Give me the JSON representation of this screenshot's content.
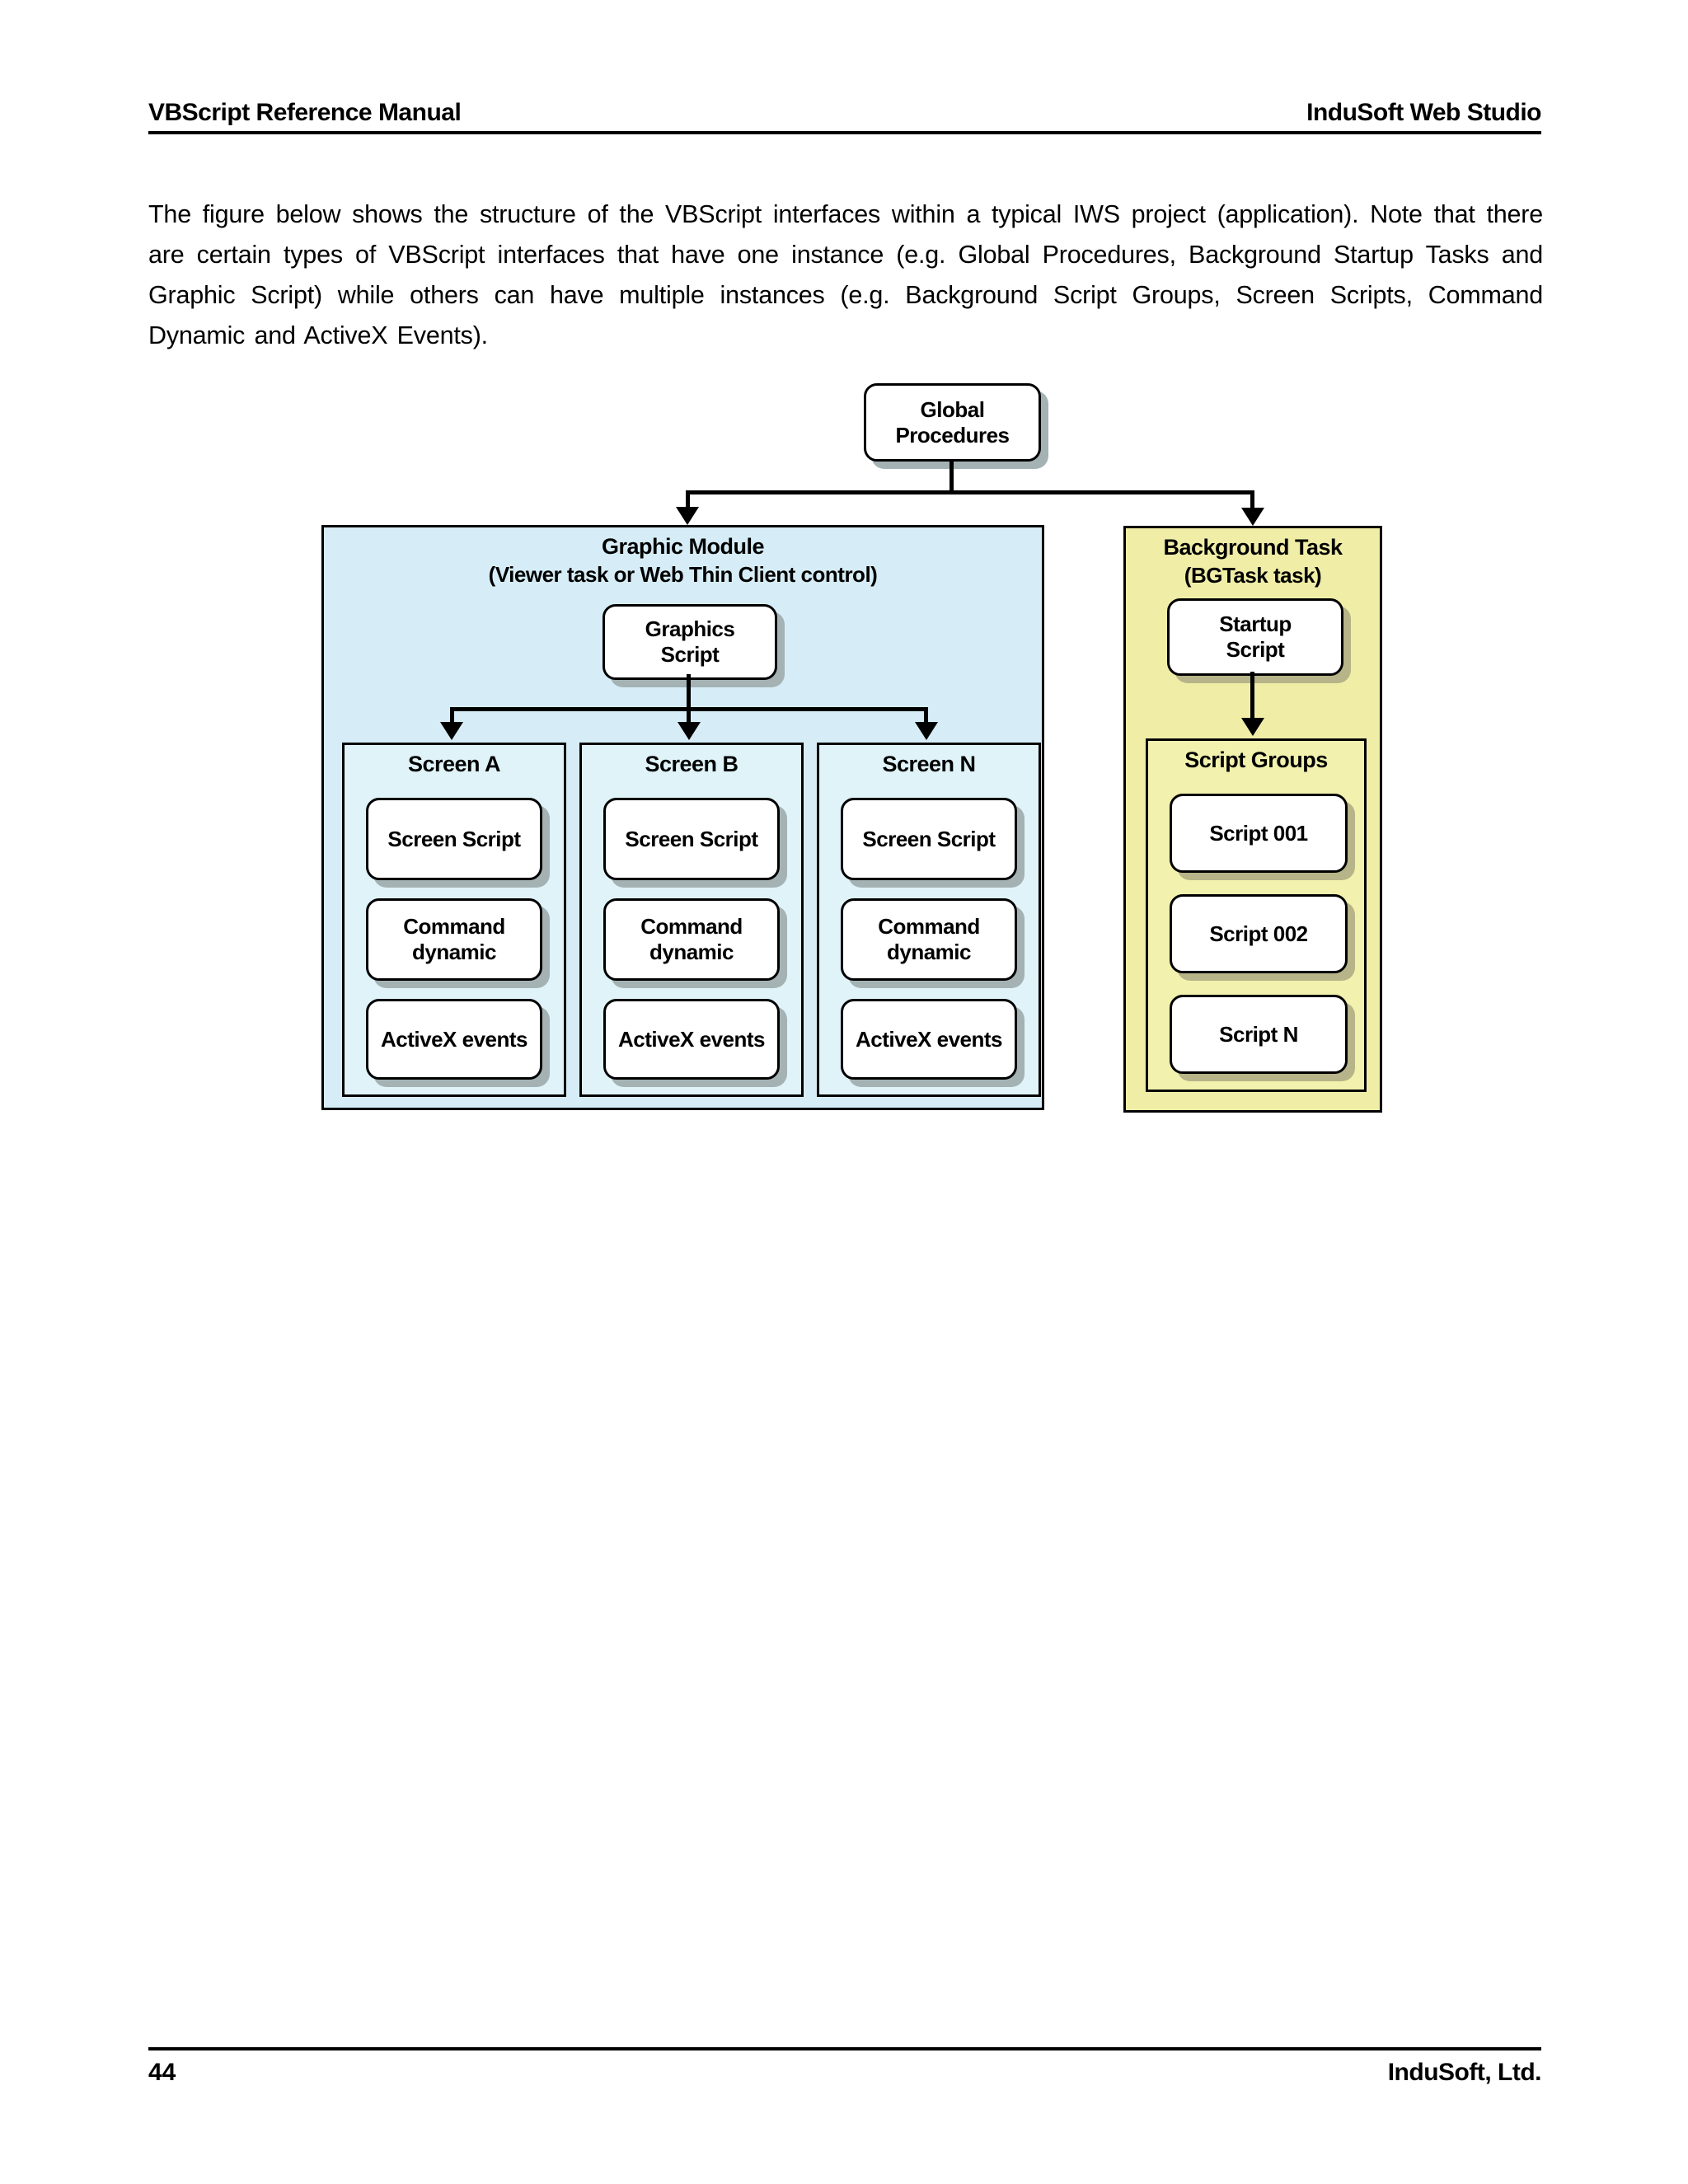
{
  "header": {
    "left_title": "VBScript Reference Manual",
    "right_title": "InduSoft Web Studio"
  },
  "intro_paragraph": "The figure below shows the structure of the VBScript interfaces within a typical IWS project (application). Note that there are certain types of VBScript interfaces that have one instance (e.g. Global Procedures, Background Startup Tasks and Graphic Script) while others can have multiple instances (e.g. Background Script Groups, Screen Scripts, Command Dynamic and ActiveX Events).",
  "diagram": {
    "global_procedures_label": "Global\nProcedures",
    "graphic_module": {
      "title": "Graphic Module",
      "subtitle": "(Viewer task or Web Thin Client control)",
      "graphics_script_label": "Graphics\nScript",
      "screens": [
        {
          "title": "Screen A",
          "boxes": [
            "Screen Script",
            "Command\ndynamic",
            "ActiveX events"
          ]
        },
        {
          "title": "Screen B",
          "boxes": [
            "Screen Script",
            "Command\ndynamic",
            "ActiveX events"
          ]
        },
        {
          "title": "Screen N",
          "boxes": [
            "Screen Script",
            "Command\ndynamic",
            "ActiveX events"
          ]
        }
      ]
    },
    "background_task": {
      "title": "Background Task",
      "subtitle": "(BGTask task)",
      "startup_script_label": "Startup\nScript",
      "script_groups": {
        "title": "Script Groups",
        "items": [
          "Script 001",
          "Script 002",
          "Script N"
        ]
      }
    }
  },
  "footer": {
    "page_number": "44",
    "company": "InduSoft, Ltd."
  },
  "colors": {
    "module-fill": "#d6edf7",
    "screen-fill": "#dff3f9",
    "task-fill": "#f0eea6",
    "groups-fill": "#f2f1ae",
    "shadow-color": "#a4b2b4",
    "shadow-color-yellow": "#b6b488"
  }
}
